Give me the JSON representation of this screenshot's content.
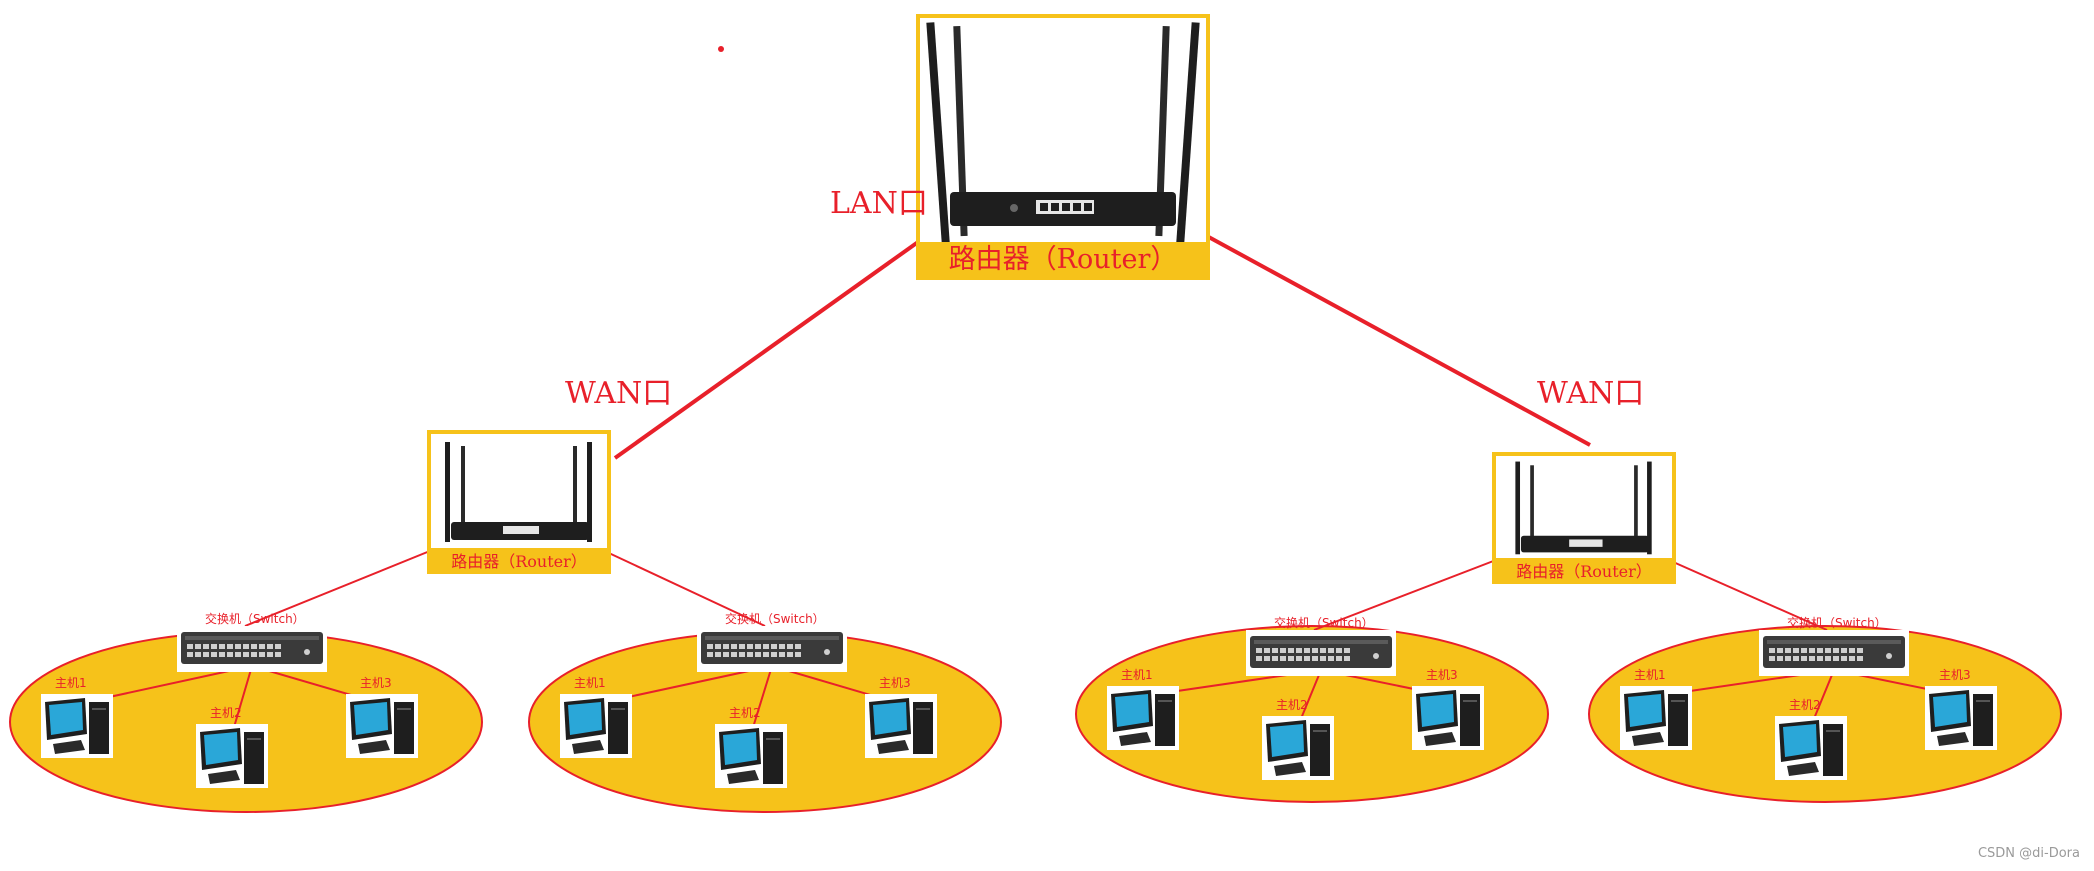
{
  "colors": {
    "link": "#e8202a",
    "label": "#e8202a",
    "zone_fill": "#f6c21a",
    "zone_border": "#e8202a",
    "device_body": "#1e1e1e"
  },
  "core_router": {
    "caption": "路由器（Router）",
    "icon": "router-icon"
  },
  "port_labels": {
    "lan": "LAN口",
    "wan_left": "WAN口",
    "wan_right": "WAN口"
  },
  "branches": [
    {
      "router_caption": "路由器（Router）",
      "lans": [
        {
          "switch_caption": "交换机（Switch）",
          "hosts": [
            "主机1",
            "主机2",
            "主机3"
          ]
        },
        {
          "switch_caption": "交换机（Switch）",
          "hosts": [
            "主机1",
            "主机2",
            "主机3"
          ]
        }
      ]
    },
    {
      "router_caption": "路由器（Router）",
      "lans": [
        {
          "switch_caption": "交换机（Switch）",
          "hosts": [
            "主机1",
            "主机2",
            "主机3"
          ]
        },
        {
          "switch_caption": "交换机（Switch）",
          "hosts": [
            "主机1",
            "主机2",
            "主机3"
          ]
        }
      ]
    }
  ],
  "watermark": "CSDN @di-Dora"
}
